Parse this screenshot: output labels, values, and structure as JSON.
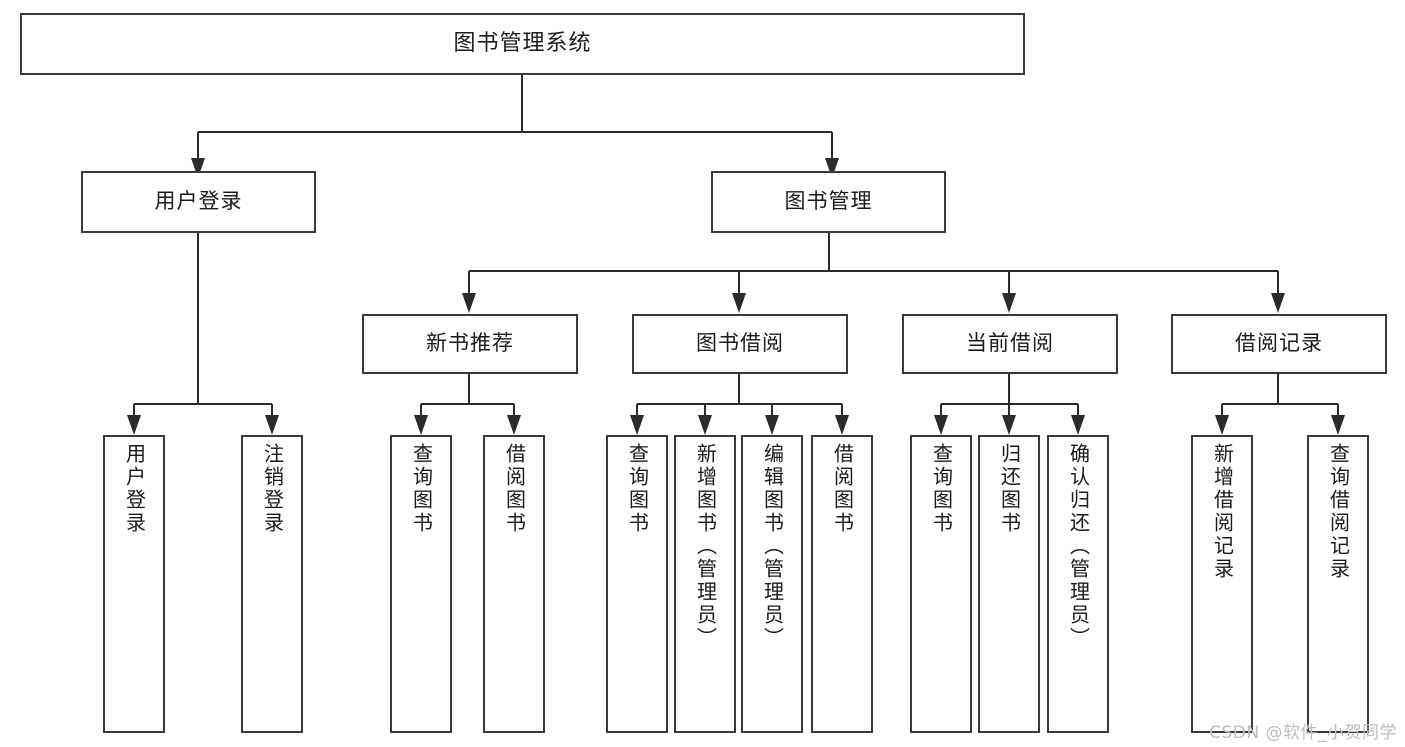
{
  "diagram": {
    "title": "图书管理系统",
    "type": "hierarchy-tree",
    "watermark": "CSDN @软件_小贺同学",
    "colors": {
      "box_border": "#3a3a3a",
      "connector": "#2b2b2b",
      "background": "#ffffff",
      "text": "#1b1b1b",
      "watermark": "#bdbdbd"
    },
    "levels": {
      "level0": [
        {
          "id": "root",
          "label": "图书管理系统"
        }
      ],
      "level1": [
        {
          "id": "user-login",
          "label": "用户登录",
          "parent": "root"
        },
        {
          "id": "book-management",
          "label": "图书管理",
          "parent": "root"
        }
      ],
      "level2": [
        {
          "id": "new-book-recommend",
          "label": "新书推荐",
          "parent": "book-management"
        },
        {
          "id": "book-borrow",
          "label": "图书借阅",
          "parent": "book-management"
        },
        {
          "id": "current-borrow",
          "label": "当前借阅",
          "parent": "book-management"
        },
        {
          "id": "borrow-record",
          "label": "借阅记录",
          "parent": "book-management"
        }
      ],
      "leaves": [
        {
          "id": "leaf-user-login",
          "label": "用户登录",
          "parent": "user-login"
        },
        {
          "id": "leaf-logout",
          "label": "注销登录",
          "parent": "user-login"
        },
        {
          "id": "leaf-query-book-rec",
          "label": "查询图书",
          "parent": "new-book-recommend"
        },
        {
          "id": "leaf-borrow-book-rec",
          "label": "借阅图书",
          "parent": "new-book-recommend"
        },
        {
          "id": "leaf-query-book-borrow",
          "label": "查询图书",
          "parent": "book-borrow"
        },
        {
          "id": "leaf-add-book",
          "label": "新增图书（管理员）",
          "parent": "book-borrow"
        },
        {
          "id": "leaf-edit-book",
          "label": "编辑图书（管理员）",
          "parent": "book-borrow"
        },
        {
          "id": "leaf-borrow-book",
          "label": "借阅图书",
          "parent": "book-borrow"
        },
        {
          "id": "leaf-query-book-current",
          "label": "查询图书",
          "parent": "current-borrow"
        },
        {
          "id": "leaf-return-book",
          "label": "归还图书",
          "parent": "current-borrow"
        },
        {
          "id": "leaf-confirm-return",
          "label": "确认归还（管理员）",
          "parent": "current-borrow"
        },
        {
          "id": "leaf-add-record",
          "label": "新增借阅记录",
          "parent": "borrow-record"
        },
        {
          "id": "leaf-query-record",
          "label": "查询借阅记录",
          "parent": "borrow-record"
        }
      ]
    }
  }
}
